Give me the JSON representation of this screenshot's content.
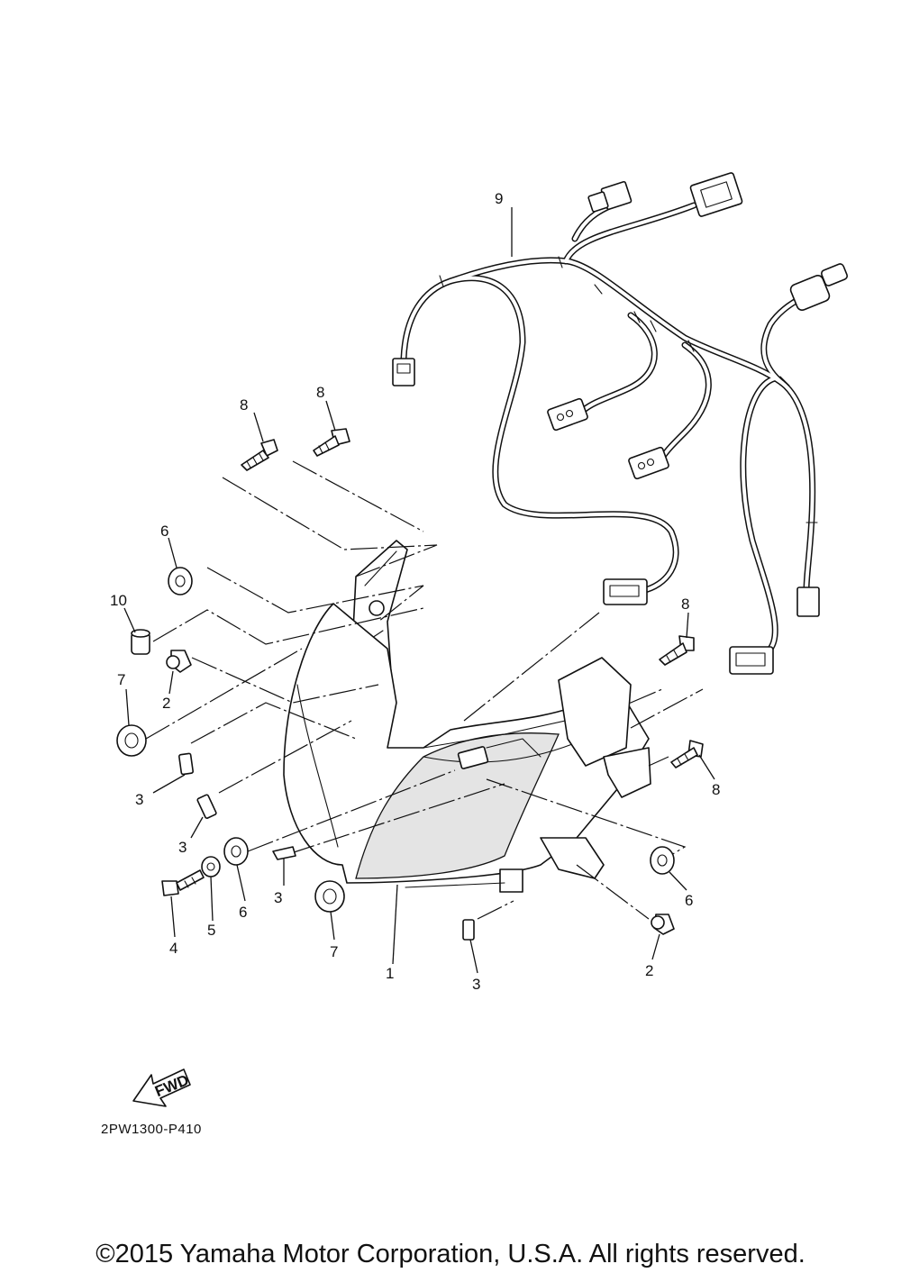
{
  "diagram": {
    "code": "2PW1300-P410",
    "fwd_label": "FWD",
    "copyright": "©2015 Yamaha Motor Corporation, U.S.A. All rights reserved.",
    "callouts": {
      "c1": "1",
      "c2a": "2",
      "c2b": "2",
      "c3a": "3",
      "c3b": "3",
      "c3c": "3",
      "c3d": "3",
      "c4": "4",
      "c5": "5",
      "c6a": "6",
      "c6b": "6",
      "c6c": "6",
      "c7a": "7",
      "c7b": "7",
      "c8a": "8",
      "c8b": "8",
      "c8c": "8",
      "c8d": "8",
      "c9": "9",
      "c10": "10"
    }
  }
}
